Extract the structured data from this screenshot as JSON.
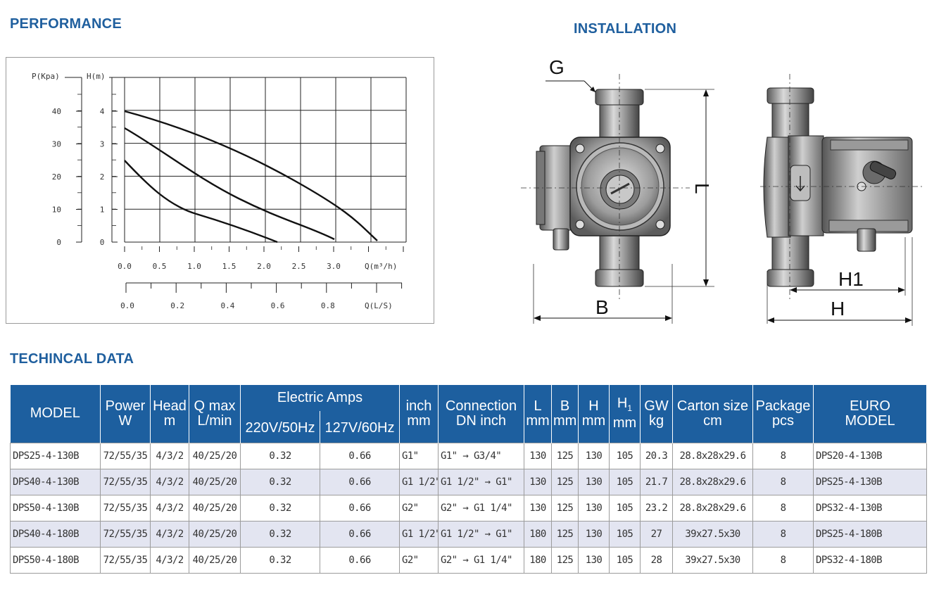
{
  "sections": {
    "performance": "PERFORMANCE",
    "installation": "INSTALLATION",
    "technical": "TECHINCAL DATA"
  },
  "performance_chart": {
    "p_label": "P(Kpa)",
    "h_label": "H(m)",
    "p_ticks": [
      "40",
      "30",
      "20",
      "10",
      "0"
    ],
    "h_ticks": [
      "4",
      "3",
      "2",
      "1",
      "0"
    ],
    "q_ticks": [
      "0.0",
      "0.5",
      "1.0",
      "1.5",
      "2.0",
      "2.5",
      "3.0"
    ],
    "q_label": "Q(m³/h)",
    "ls_ticks": [
      "0.0",
      "0.2",
      "0.4",
      "0.6",
      "0.8"
    ],
    "ls_label": "Q(L/S)"
  },
  "installation": {
    "labels": {
      "g": "G",
      "l": "L",
      "b": "B",
      "h1": "H1",
      "h": "H"
    }
  },
  "table": {
    "headers": {
      "model": "MODEL",
      "power": "Power",
      "power_unit": "W",
      "head": "Head",
      "head_unit": "m",
      "qmax": "Q max",
      "qmax_unit": "L/min",
      "amps": "Electric Amps",
      "v220": "220V/50Hz",
      "v127": "127V/60Hz",
      "inch": "inch",
      "inch_unit": "mm",
      "connection": "Connection",
      "connection_unit": "DN inch",
      "l": "L",
      "b": "B",
      "h": "H",
      "h1": "H",
      "h1_sub": "1",
      "mm": "mm",
      "gw": "GW",
      "gw_unit": "kg",
      "carton": "Carton size",
      "carton_unit": "cm",
      "package": "Package",
      "package_unit": "pcs",
      "euro": "EURO",
      "euro_unit": "MODEL"
    },
    "rows": [
      [
        "DPS25-4-130B",
        "72/55/35",
        "4/3/2",
        "40/25/20",
        "0.32",
        "0.66",
        "G1\"",
        "G1\" → G3/4\"",
        "130",
        "125",
        "130",
        "105",
        "20.3",
        "28.8x28x29.6",
        "8",
        "DPS20-4-130B"
      ],
      [
        "DPS40-4-130B",
        "72/55/35",
        "4/3/2",
        "40/25/20",
        "0.32",
        "0.66",
        "G1 1/2\"",
        "G1 1/2\" → G1\"",
        "130",
        "125",
        "130",
        "105",
        "21.7",
        "28.8x28x29.6",
        "8",
        "DPS25-4-130B"
      ],
      [
        "DPS50-4-130B",
        "72/55/35",
        "4/3/2",
        "40/25/20",
        "0.32",
        "0.66",
        "G2\"",
        "G2\" → G1 1/4\"",
        "130",
        "125",
        "130",
        "105",
        "23.2",
        "28.8x28x29.6",
        "8",
        "DPS32-4-130B"
      ],
      [
        "DPS40-4-180B",
        "72/55/35",
        "4/3/2",
        "40/25/20",
        "0.32",
        "0.66",
        "G1 1/2\"",
        "G1 1/2\" → G1\"",
        "180",
        "125",
        "130",
        "105",
        "27",
        "39x27.5x30",
        "8",
        "DPS25-4-180B"
      ],
      [
        "DPS50-4-180B",
        "72/55/35",
        "4/3/2",
        "40/25/20",
        "0.32",
        "0.66",
        "G2\"",
        "G2\" → G1 1/4\"",
        "180",
        "125",
        "130",
        "105",
        "28",
        "39x27.5x30",
        "8",
        "DPS32-4-180B"
      ]
    ]
  }
}
